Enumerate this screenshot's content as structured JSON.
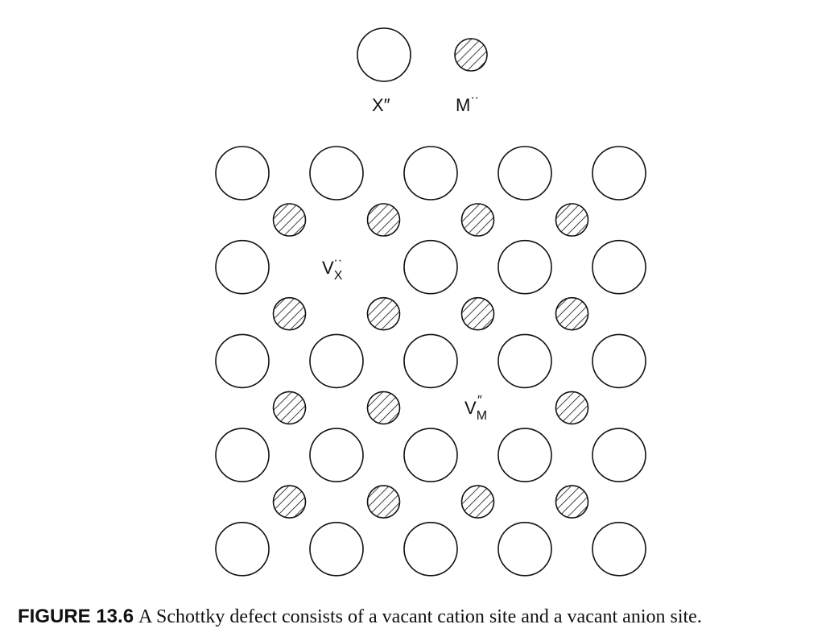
{
  "legend": {
    "anion_label": "X",
    "anion_charge": "″",
    "cation_label": "M",
    "cation_charge": "··"
  },
  "lattice": {
    "anion_rows": 5,
    "anion_cols": 5,
    "cation_rows": 4,
    "cation_cols": 4,
    "anion_vacancy": {
      "row": 1,
      "col": 1
    },
    "cation_vacancy": {
      "row": 2,
      "col": 2
    }
  },
  "vacancy_labels": {
    "anion": {
      "base": "V",
      "subscript": "X",
      "superscript": "··"
    },
    "cation": {
      "base": "V",
      "subscript": "M",
      "superscript": "″"
    }
  },
  "caption": {
    "number": "FIGURE 13.6",
    "text": "A Schottky defect consists of a vacant cation site and a vacant anion site."
  }
}
